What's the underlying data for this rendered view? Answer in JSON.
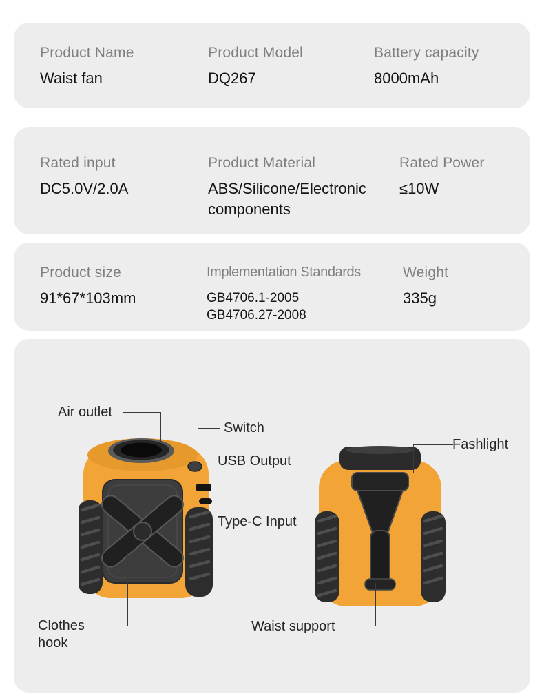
{
  "spec_cards": [
    {
      "fields": [
        {
          "label": "Product Name",
          "value": "Waist fan"
        },
        {
          "label": "Product Model",
          "value": "DQ267"
        },
        {
          "label": "Battery capacity",
          "value": "8000mAh"
        }
      ]
    },
    {
      "fields": [
        {
          "label": "Rated input",
          "value": "DC5.0V/2.0A"
        },
        {
          "label": "Product Material",
          "value": "ABS/Silicone/Electronic components"
        },
        {
          "label": "Rated Power",
          "value": "≤10W"
        }
      ]
    },
    {
      "fields": [
        {
          "label": "Product size",
          "value": "91*67*103mm"
        },
        {
          "label": "Implementation Standards",
          "value": "GB4706.1-2005",
          "value2": "GB4706.27-2008"
        },
        {
          "label": "Weight",
          "value": "335g"
        }
      ]
    }
  ],
  "diagram": {
    "labels": {
      "air_outlet": "Air outlet",
      "switch": "Switch",
      "usb_output": "USB Output",
      "type_c_input": "Type-C Input",
      "flashlight": "Fashlight",
      "clothes_hook": "Clothes hook",
      "waist_support": "Waist support"
    },
    "colors": {
      "card_bg": "#ededed",
      "body_orange": "#f3a437",
      "dark_parts": "#2d2d2d",
      "callout_line": "#3b3b3b"
    }
  }
}
